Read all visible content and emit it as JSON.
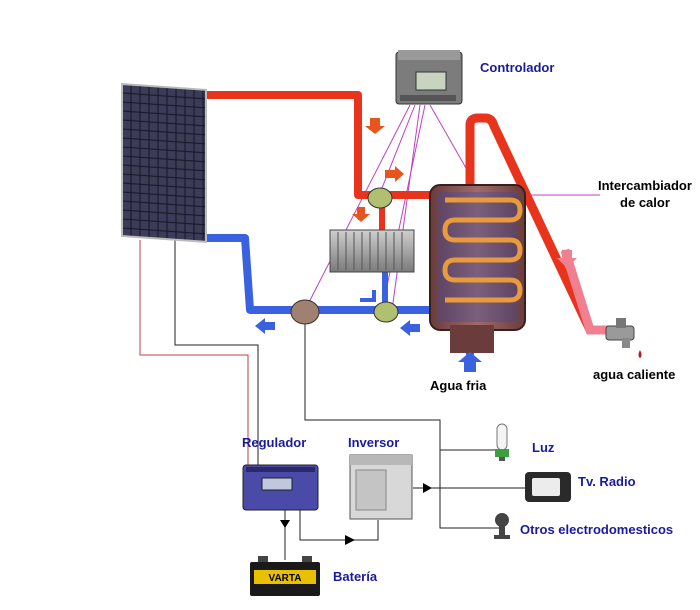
{
  "labels": {
    "controlador": "Controlador",
    "intercambiador": "Intercambiador\nde calor",
    "agua_fria": "Agua fria",
    "agua_caliente": "agua caliente",
    "regulador": "Regulador",
    "inversor": "Inversor",
    "luz": "Luz",
    "tv_radio": "Tv. Radio",
    "otros": "Otros electrodomesticos",
    "bateria": "Batería",
    "battery_brand": "VARTA"
  },
  "colors": {
    "hot_pipe": "#e8341c",
    "cold_pipe": "#3a62e0",
    "hot_return": "#f08090",
    "wire_red": "#c04040",
    "wire_black": "#222222",
    "control_wire": "#c040c0",
    "label_blue": "#1a1aa0",
    "tank": "#7a4a4a"
  },
  "icons": {
    "solar_panel": "solar-panel-icon",
    "controller": "controller-icon",
    "heat_exchanger_tank": "tank-icon",
    "radiator": "radiator-icon",
    "regulator": "regulator-icon",
    "inverter": "inverter-icon",
    "battery": "battery-icon",
    "bulb": "bulb-icon",
    "tv": "tv-icon",
    "appliance": "appliance-icon",
    "faucet": "faucet-icon"
  }
}
